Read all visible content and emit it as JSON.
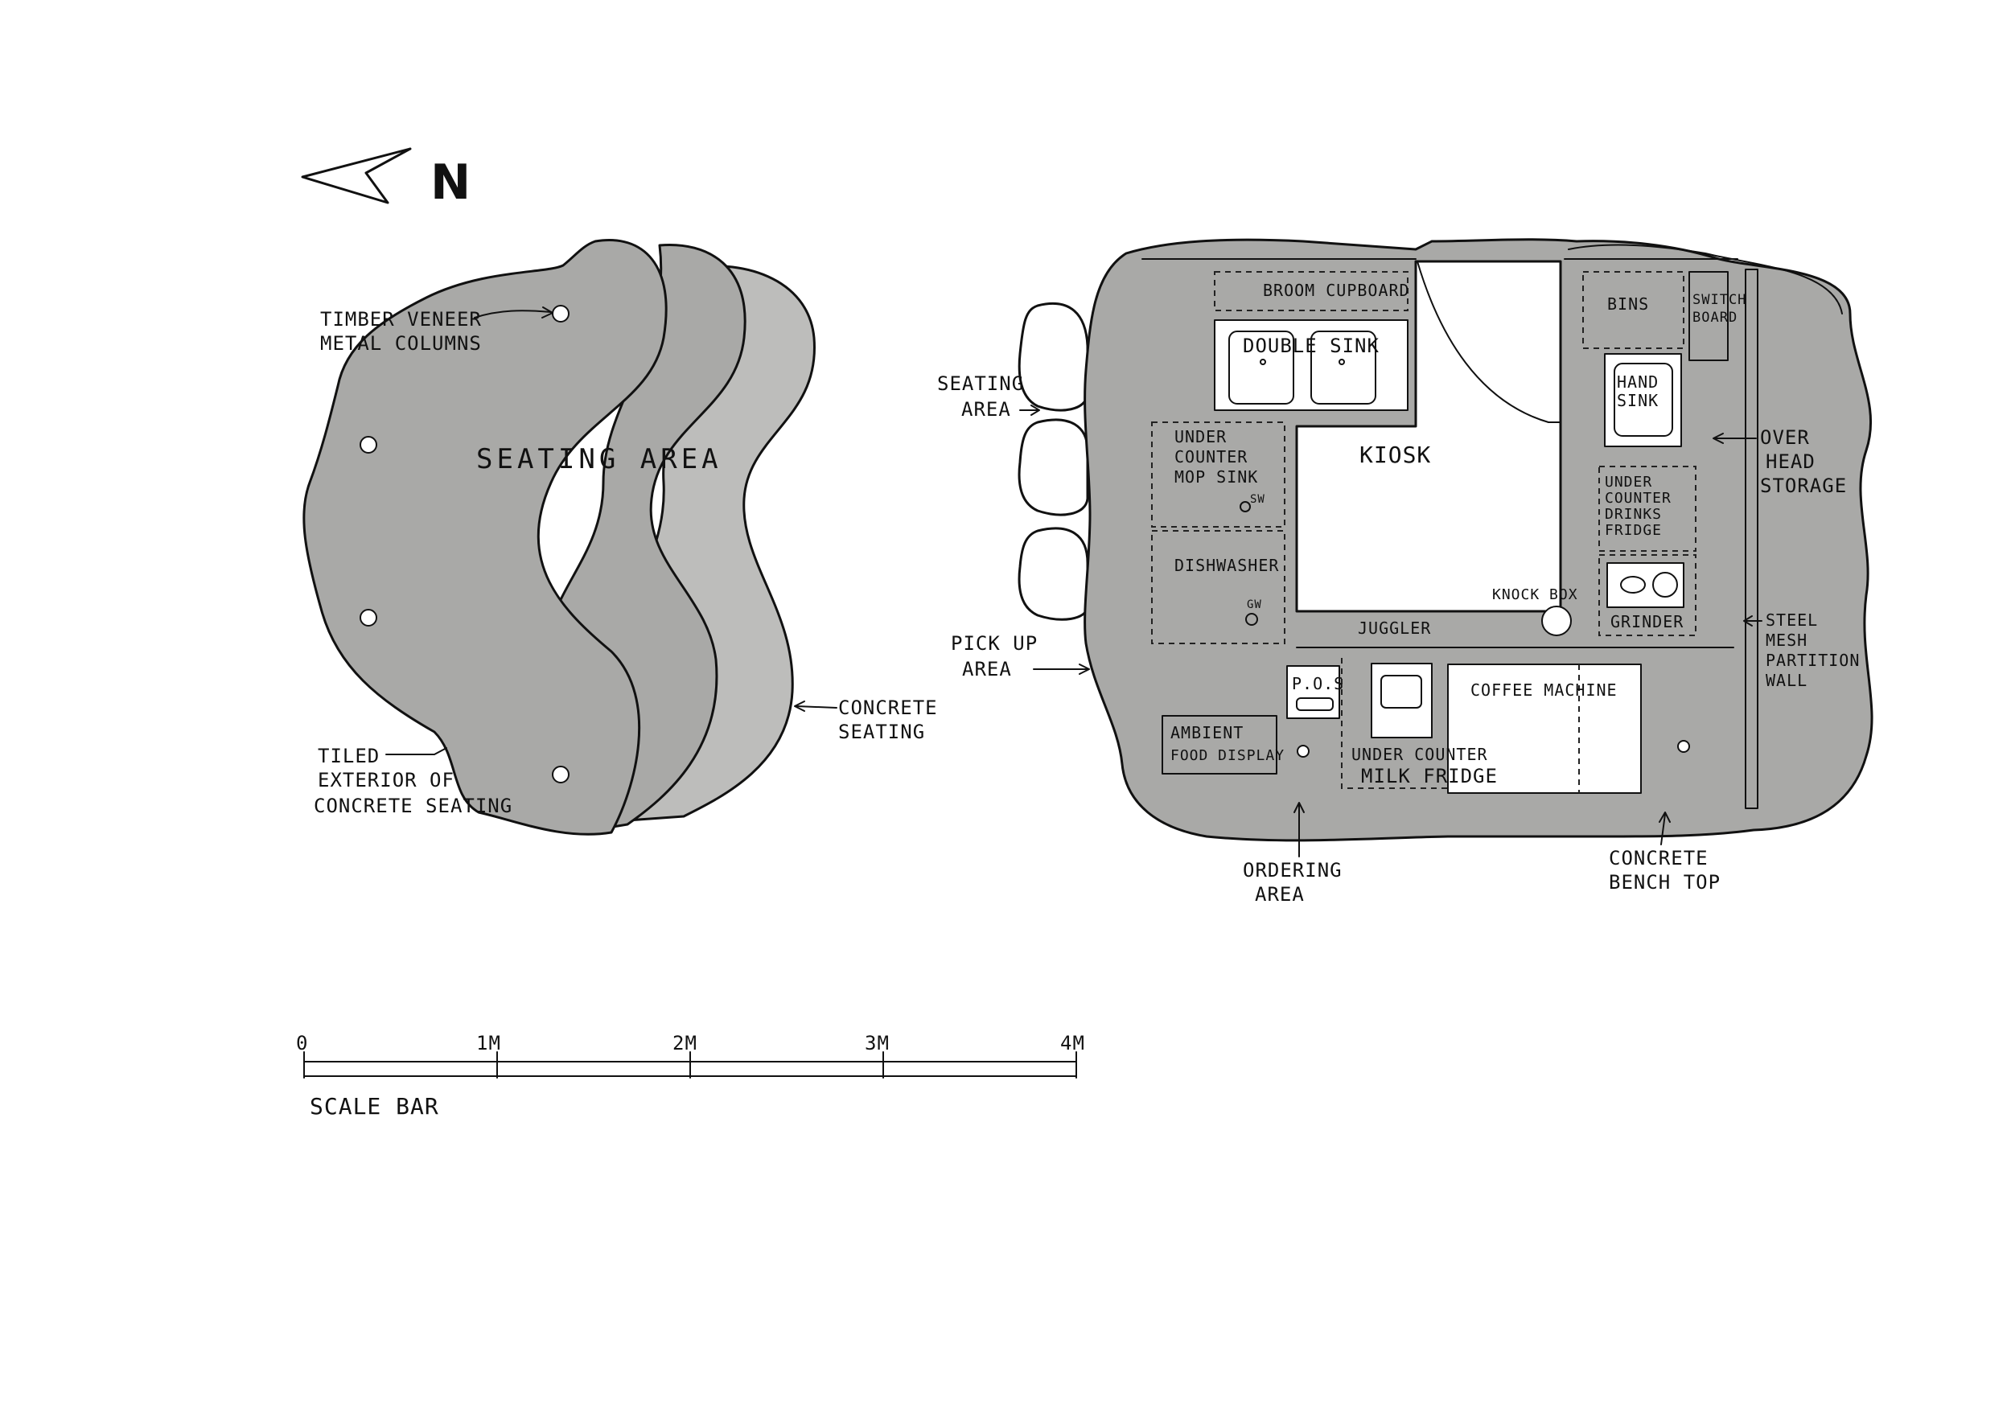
{
  "north": {
    "label": "N"
  },
  "seating_plan": {
    "area_label": "SEATING AREA",
    "callouts": {
      "columns": [
        "TIMBER VENEER",
        "METAL COLUMNS"
      ],
      "tiled": [
        "TILED",
        "EXTERIOR OF",
        "CONCRETE SEATING"
      ],
      "concrete": [
        "CONCRETE",
        "SEATING"
      ]
    }
  },
  "kiosk_plan": {
    "kiosk_label": "KIOSK",
    "rooms": {
      "broom_cupboard": "BROOM CUPBOARD",
      "double_sink": "DOUBLE SINK",
      "mop_sink": [
        "UNDER",
        "COUNTER",
        "MOP SINK"
      ],
      "sw": "SW",
      "dishwasher": "DISHWASHER",
      "gw": "GW",
      "bins": "BINS",
      "switch_board": [
        "SWITCH",
        "BOARD"
      ],
      "hand_sink": [
        "HAND",
        "SINK"
      ],
      "drinks_fridge": [
        "UNDER",
        "COUNTER",
        "DRINKS",
        "FRIDGE"
      ],
      "grinder": "GRINDER",
      "knock_box": "KNOCK BOX",
      "juggler": "JUGGLER",
      "pos": "P.O.S",
      "coffee_machine": "COFFEE MACHINE",
      "ambient_food": [
        "AMBIENT",
        "FOOD DISPLAY"
      ],
      "milk_fridge": [
        "UNDER COUNTER",
        "MILK FRIDGE"
      ]
    },
    "callouts": {
      "seating": [
        "SEATING",
        "AREA"
      ],
      "pickup": [
        "PICK UP",
        "AREA"
      ],
      "ordering": [
        "ORDERING",
        "AREA"
      ],
      "bench": [
        "CONCRETE",
        "BENCH TOP"
      ],
      "overhead": [
        "OVER",
        "HEAD",
        "STORAGE"
      ],
      "mesh": [
        "STEEL",
        "MESH",
        "PARTITION",
        "WALL"
      ]
    }
  },
  "scale_bar": {
    "ticks": [
      "0",
      "1M",
      "2M",
      "3M",
      "4M"
    ],
    "caption": "SCALE BAR",
    "dark_color": "#7a7a78"
  },
  "colors": {
    "concrete": "#a9a9a7",
    "ink": "#111111"
  }
}
